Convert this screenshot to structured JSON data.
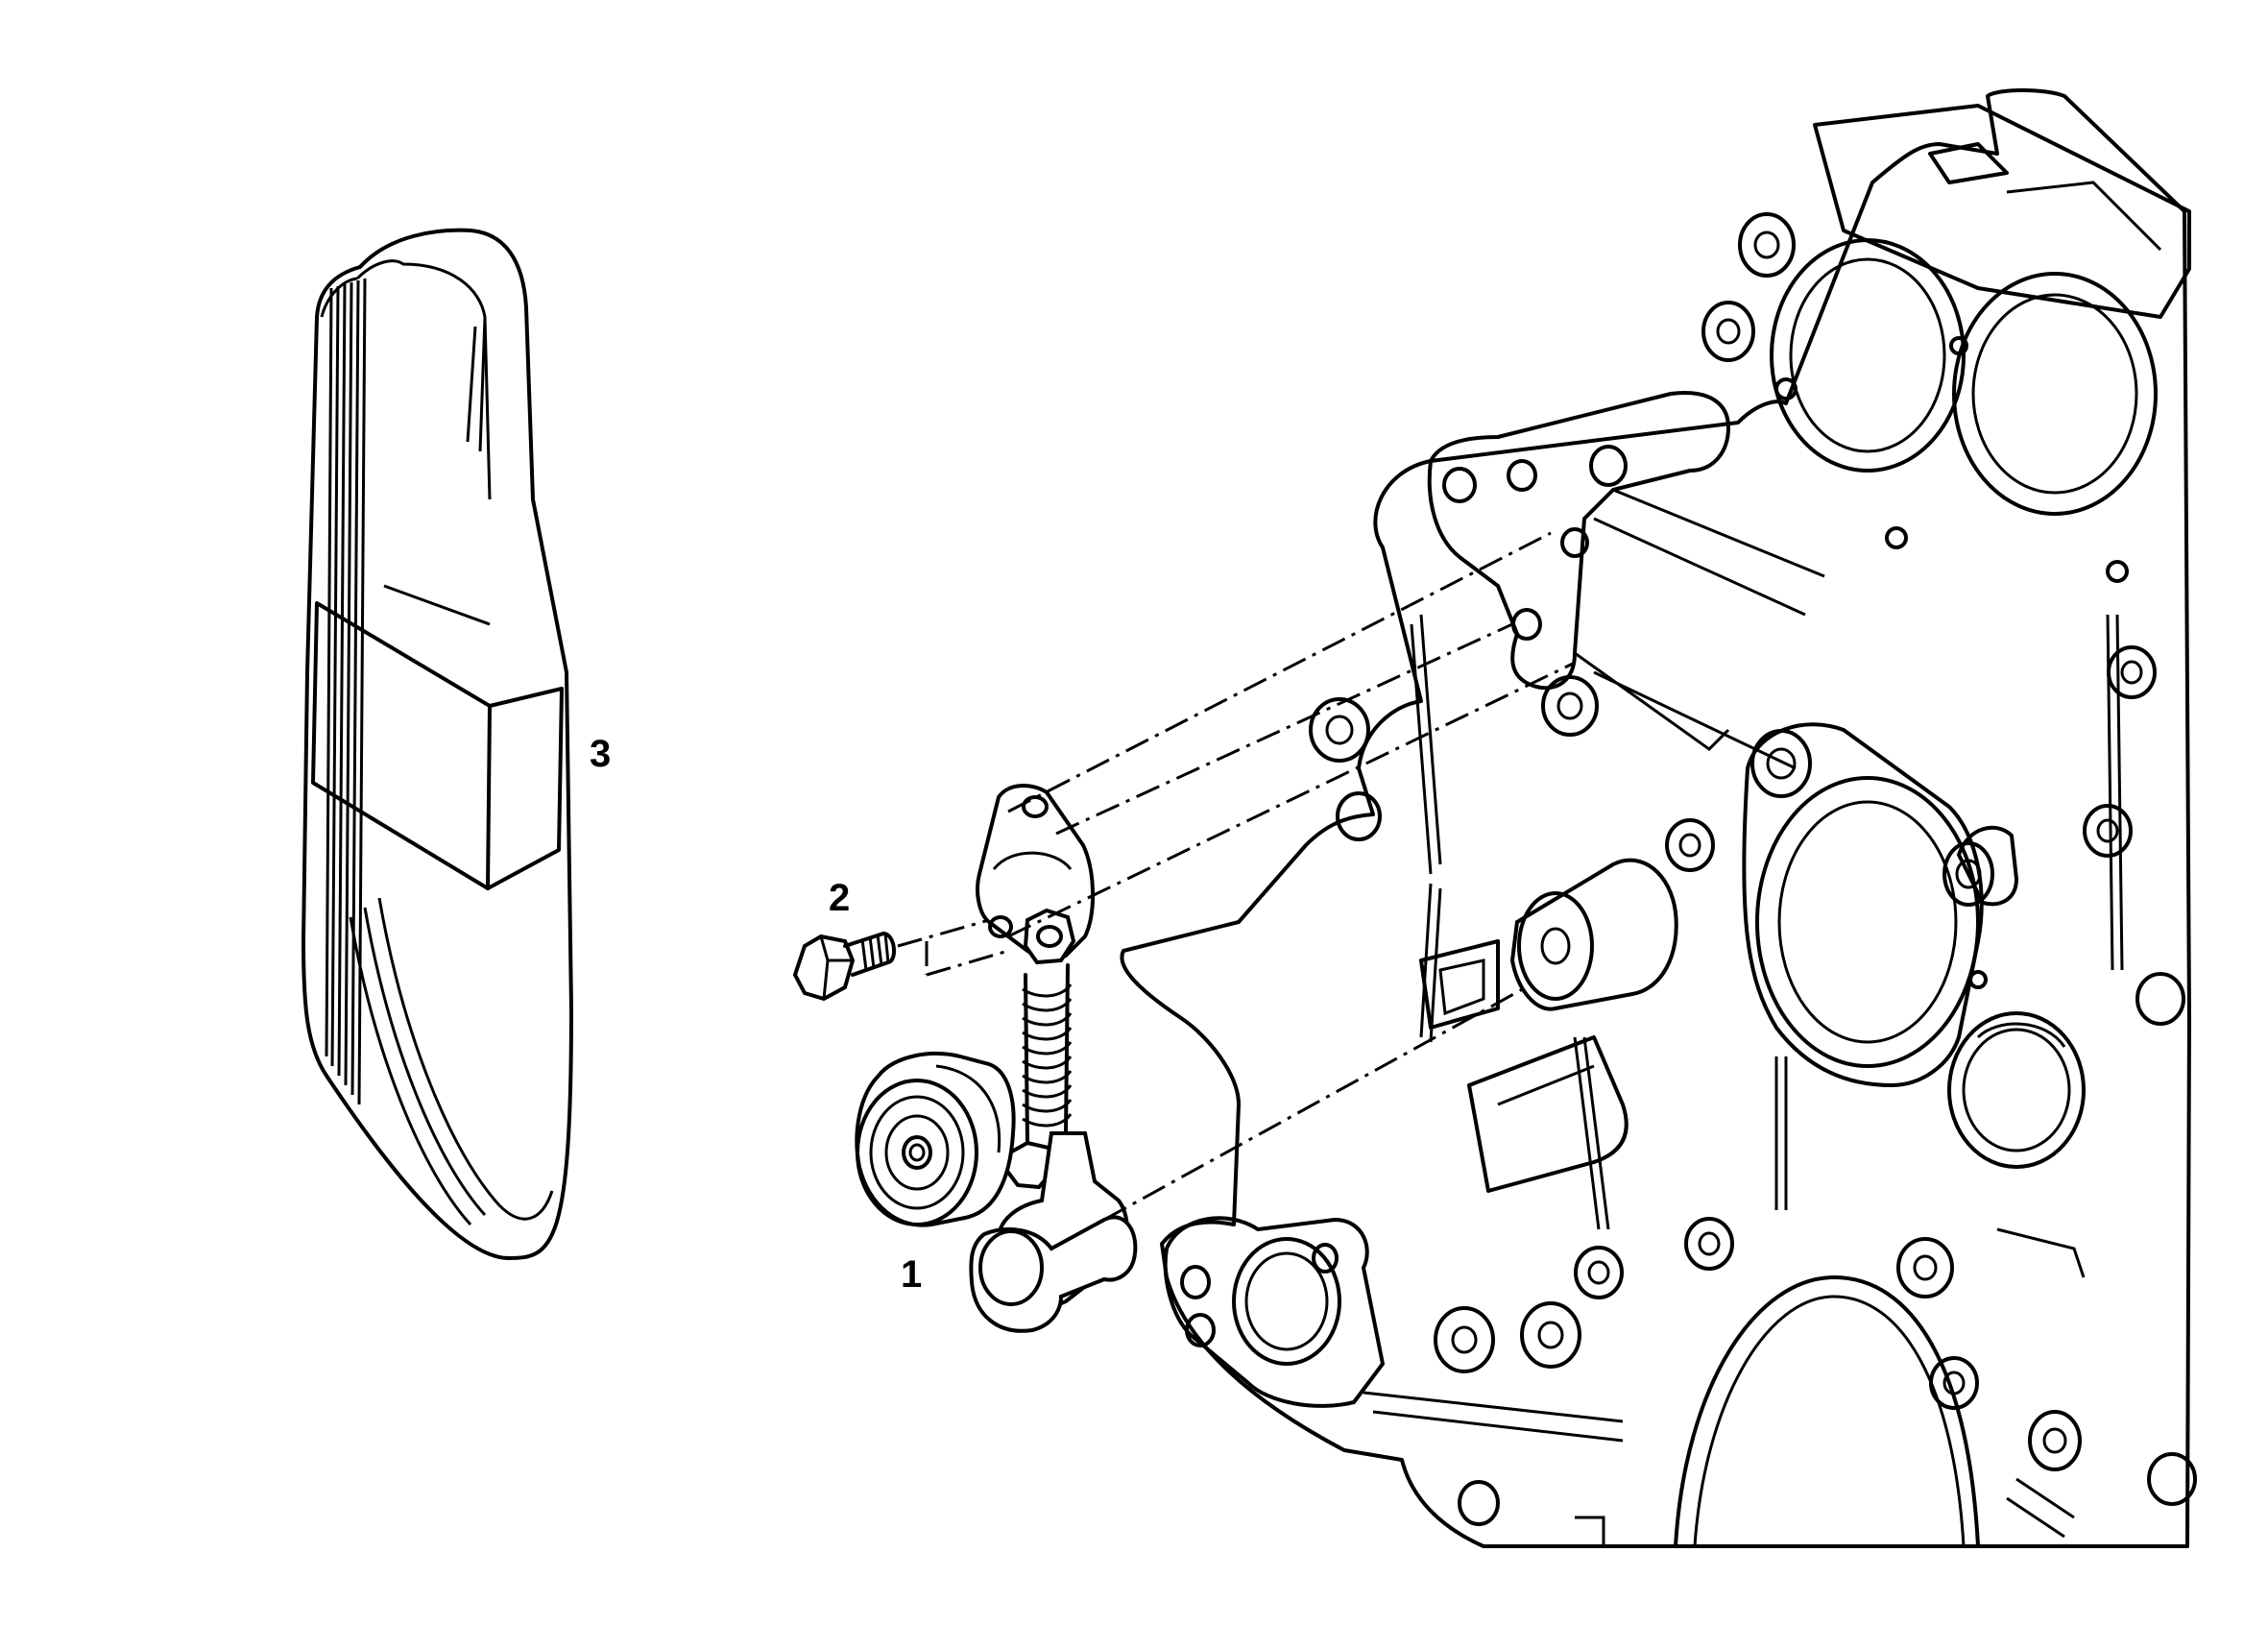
{
  "diagram": {
    "labels": {
      "tensioner": "1",
      "bolt": "2",
      "belt": "3"
    },
    "colors": {
      "line": "#000000",
      "background": "#ffffff"
    }
  }
}
